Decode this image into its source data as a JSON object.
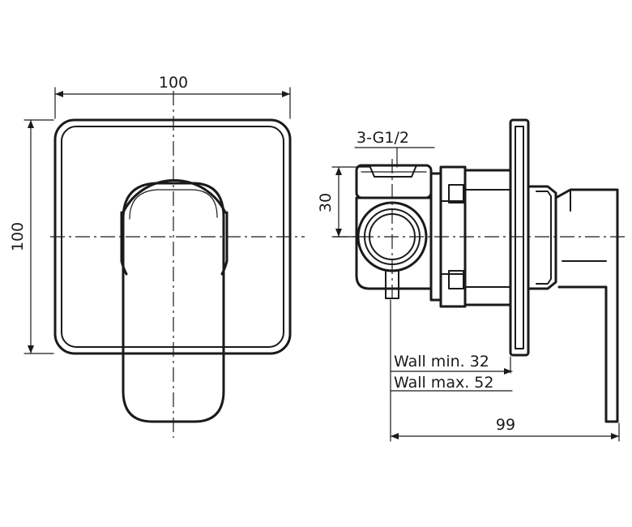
{
  "dimensions": {
    "front_width": "100",
    "front_height": "100",
    "inlet_spec": "3-G1/2",
    "inlet_spacing": "30",
    "wall_min": "Wall min. 32",
    "wall_max": "Wall max. 52",
    "side_depth": "99"
  }
}
